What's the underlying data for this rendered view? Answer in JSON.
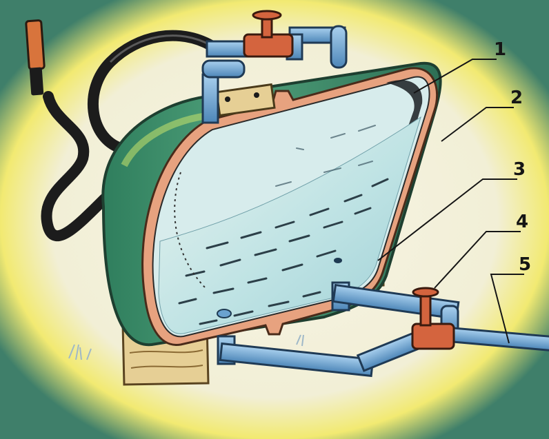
{
  "figure": {
    "callouts": [
      {
        "label": "1"
      },
      {
        "label": "2"
      },
      {
        "label": "3"
      },
      {
        "label": "4"
      },
      {
        "label": "5"
      }
    ]
  },
  "icons": {
    "burner": "torch-nozzle-icon",
    "top_valve": "gas-valve-icon",
    "bottom_valve": "liquid-valve-icon"
  },
  "colors": {
    "frame": "#3f7f6a",
    "halo": "#f1eb6a",
    "background": "#f3f0dd",
    "tank_shell": "#3d8f6a",
    "tank_rim": "#e7a27f",
    "liquid": "#bfe3e4",
    "pipe": "#6aa2cf",
    "valve": "#d4643e",
    "wood": "#e6cf95"
  }
}
